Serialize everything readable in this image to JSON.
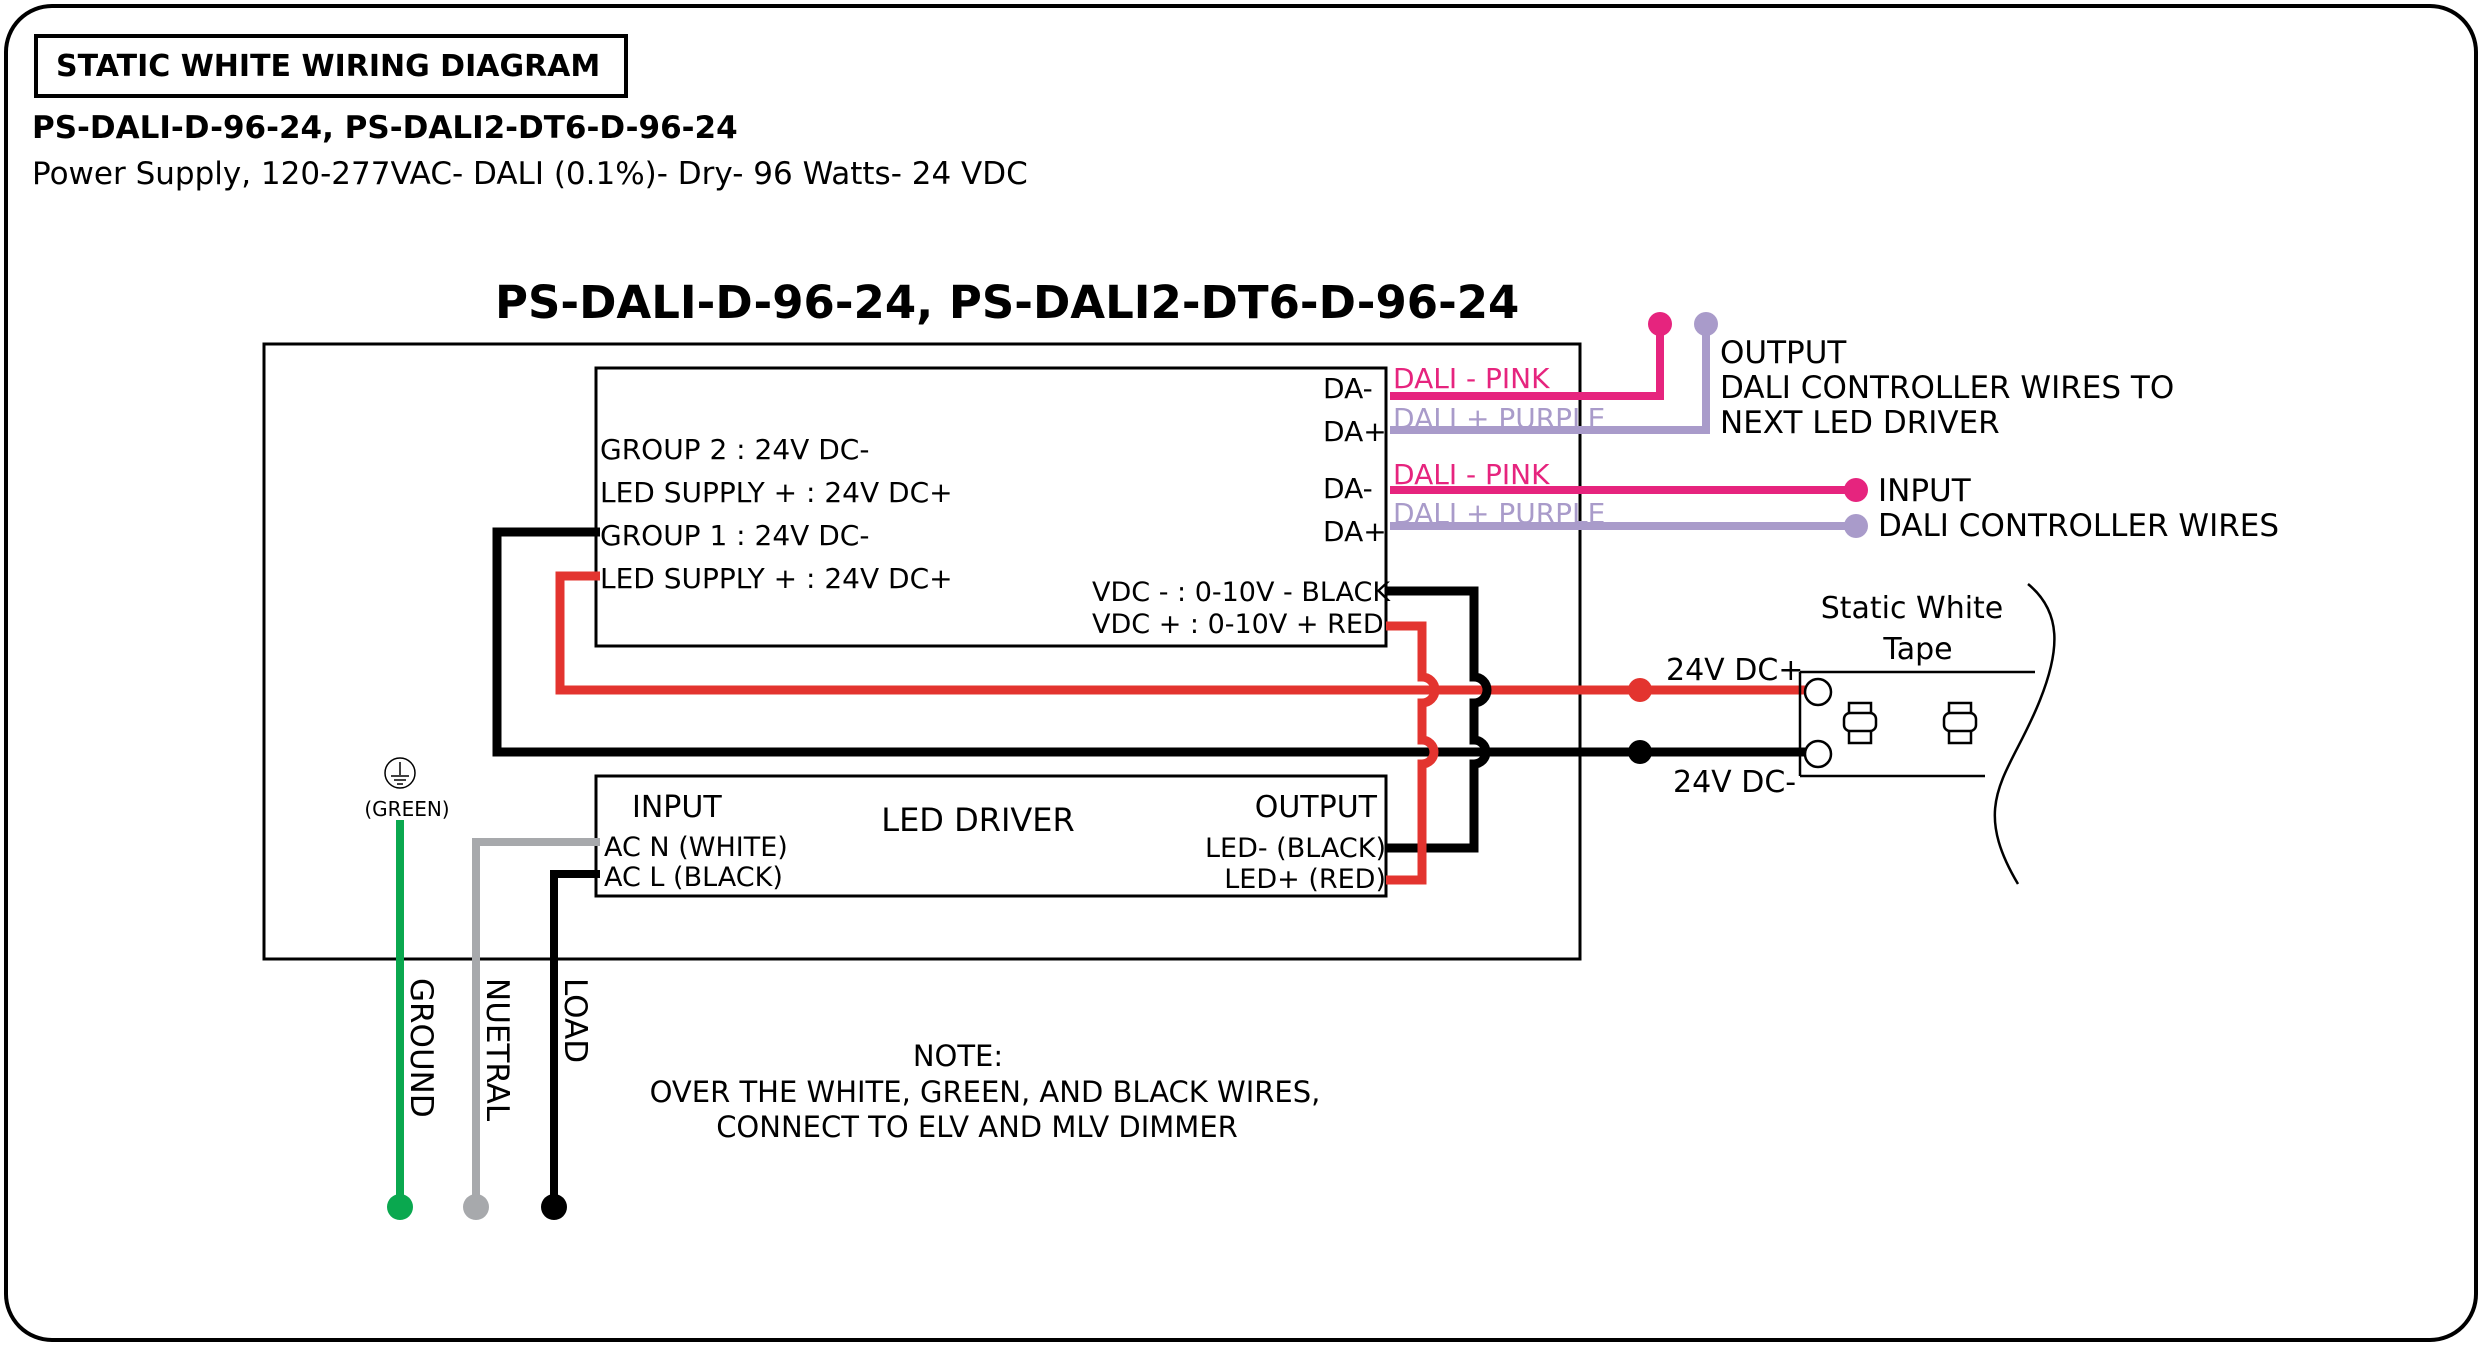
{
  "header": {
    "title": "STATIC WHITE WIRING DIAGRAM",
    "model": "PS-DALI-D-96-24, PS-DALI2-DT6-D-96-24",
    "description": "Power Supply, 120-277VAC- DALI (0.1%)- Dry- 96 Watts- 24 VDC"
  },
  "diagram": {
    "heading": "PS-DALI-D-96-24, PS-DALI2-DT6-D-96-24",
    "terminals": {
      "group2": "GROUP 2 : 24V DC-",
      "supply_plus_1": "LED SUPPLY + : 24V DC+",
      "group1": "GROUP 1 : 24V DC-",
      "supply_plus_2": "LED SUPPLY + : 24V DC+",
      "vdc_minus": "VDC - : 0-10V - BLACK",
      "vdc_plus": "VDC + : 0-10V + RED",
      "da_minus": "DA-",
      "da_plus": "DA+"
    },
    "dali_wires": {
      "pink": "DALI - PINK",
      "purple": "DALI + PURPLE"
    },
    "output_controller": {
      "line1": "OUTPUT",
      "line2": "DALI CONTROLLER WIRES TO",
      "line3": "NEXT LED DRIVER"
    },
    "input_controller": {
      "line1": "INPUT",
      "line2": "DALI CONTROLLER WIRES"
    },
    "tape": {
      "label_line1": "Static White",
      "label_line2": "Tape",
      "plus": "24V DC+",
      "minus": "24V DC-"
    },
    "driver": {
      "title": "LED DRIVER",
      "input": "INPUT",
      "ac_n": "AC N (WHITE)",
      "ac_l": "AC L (BLACK)",
      "output": "OUTPUT",
      "led_minus": "LED- (BLACK)",
      "led_plus": "LED+ (RED)"
    },
    "ground_symbol_label": "(GREEN)",
    "mains": {
      "ground": "GROUND",
      "neutral": "NUETRAL",
      "load": "LOAD"
    },
    "note": {
      "line1": "NOTE:",
      "line2": "OVER THE WHITE, GREEN, AND BLACK WIRES,",
      "line3": "CONNECT TO ELV AND MLV DIMMER"
    },
    "colors": {
      "pink": "#e6247e",
      "purple": "#a99bca",
      "red": "#e3342f",
      "black": "#000000",
      "green": "#0aa84f",
      "gray": "#a7a9ac"
    }
  }
}
